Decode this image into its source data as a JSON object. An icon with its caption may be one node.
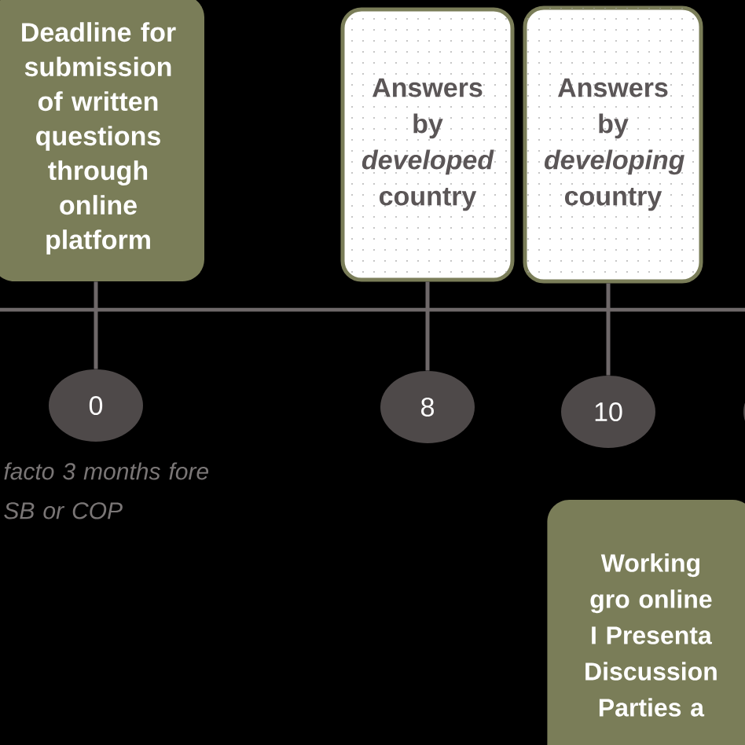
{
  "diagram": {
    "nodes": [
      {
        "text": [
          "Deadline for submission of written questions through online platform"
        ]
      },
      {
        "text": [
          "Answers by *developed* country"
        ]
      },
      {
        "text": [
          "Answers by *developing* country"
        ]
      },
      {
        "text": [
          "0"
        ],
        "beside": [
          "facto 3 months fore SB or COP"
        ]
      },
      {
        "text": [
          "8"
        ]
      },
      {
        "text": [
          "10"
        ]
      },
      {
        "text": [],
        "shape": "circle"
      },
      {
        "text": [
          "Working gro online I Presenta Discussion Parties a"
        ]
      }
    ],
    "edges": [
      {
        "from": 0,
        "to": 3,
        "arrow": "none"
      },
      {
        "from": 1,
        "to": 4,
        "arrow": "none"
      },
      {
        "from": 2,
        "to": 5,
        "arrow": "none"
      }
    ]
  }
}
